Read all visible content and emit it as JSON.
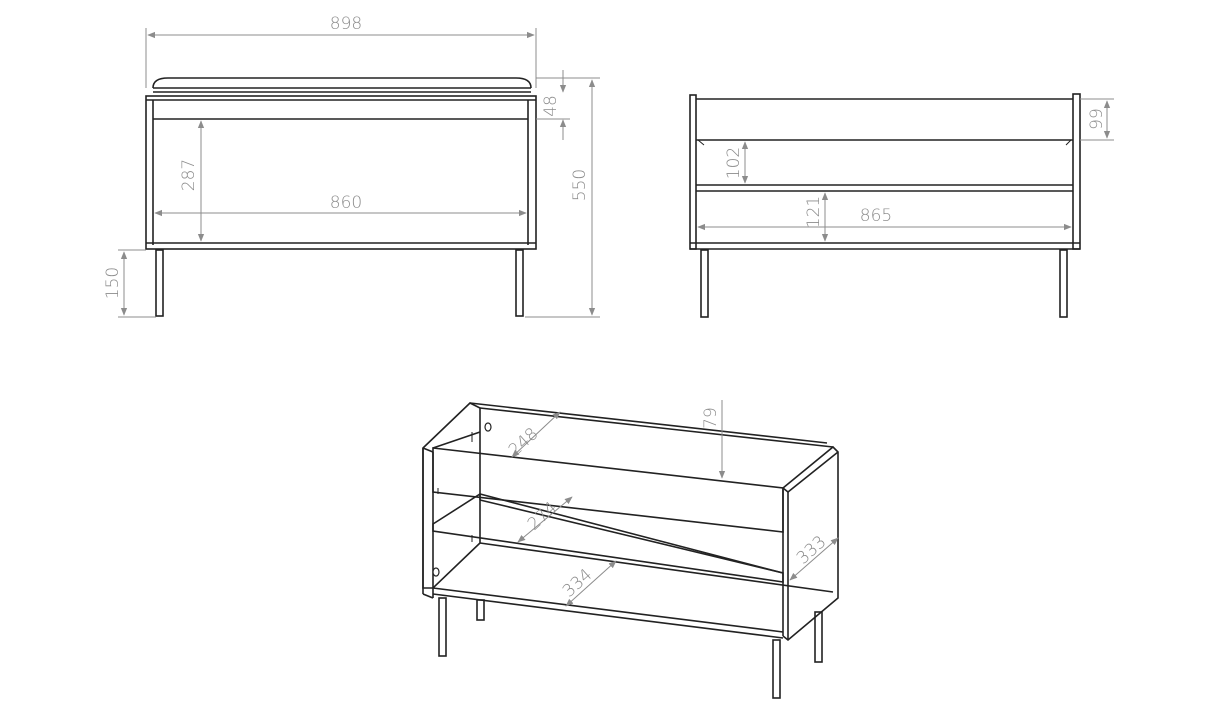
{
  "front_view": {
    "width_total": "898",
    "seat_height": "48",
    "inner_height": "287",
    "inner_width": "860",
    "total_height": "550",
    "leg_height": "150"
  },
  "side_view": {
    "top_gap": "99",
    "shelf_gap": "102",
    "bottom_gap": "121",
    "inner_depth": "865"
  },
  "iso_view": {
    "depth_top": "248",
    "board_gap": "79",
    "shelf_depth": "274",
    "bottom_depth": "334",
    "side_depth": "333"
  }
}
